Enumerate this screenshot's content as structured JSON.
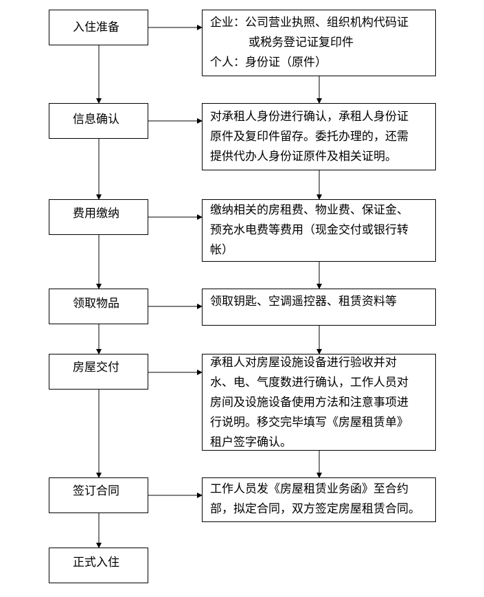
{
  "steps": [
    {
      "label": "入住准备"
    },
    {
      "label": "信息确认"
    },
    {
      "label": "费用缴纳"
    },
    {
      "label": "领取物品"
    },
    {
      "label": "房屋交付"
    },
    {
      "label": "签订合同"
    },
    {
      "label": "正式入住"
    }
  ],
  "details": [
    {
      "lines": [
        "企业：公司营业执照、组织机构代码证",
        "或税务登记证复印件",
        "个人：身份证（原件）"
      ]
    },
    {
      "lines": [
        "对承租人身份进行确认，承租人身份证",
        "原件及复印件留存。委托办理的，还需",
        "提供代办人身份证原件及相关证明。"
      ]
    },
    {
      "lines": [
        "缴纳相关的房租费、物业费、保证金、",
        "预充水电费等费用（现金交付或银行转",
        "帐）"
      ]
    },
    {
      "lines": [
        "领取钥匙、空调遥控器、租赁资料等"
      ]
    },
    {
      "lines": [
        "承租人对房屋设施设备进行验收并对",
        "水、电、气度数进行确认，工作人员对",
        "房间及设施设备使用方法和注意事项进",
        "行说明。移交完毕填写《房屋租赁单》",
        "租户签字确认。"
      ]
    },
    {
      "lines": [
        "工作人员发《房屋租赁业务函》至合约",
        "部，拟定合同，双方签定房屋租赁合同。"
      ]
    }
  ]
}
